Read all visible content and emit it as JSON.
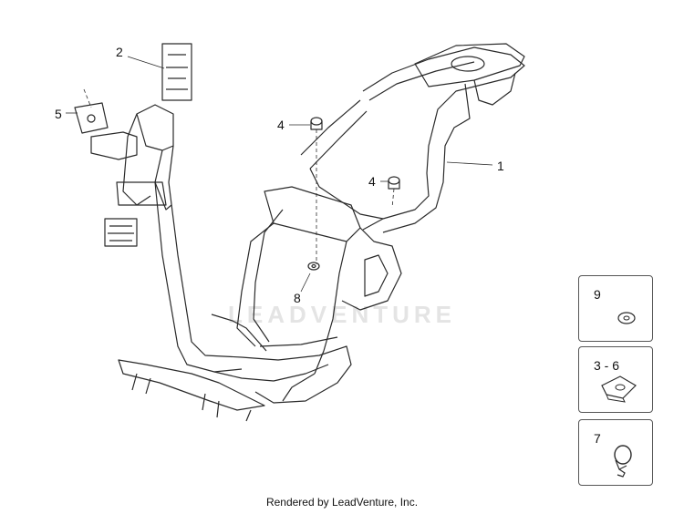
{
  "callouts": {
    "c1": "1",
    "c2": "2",
    "c4a": "4",
    "c4b": "4",
    "c5": "5",
    "c8": "8"
  },
  "insets": [
    {
      "label": "9",
      "icon": "washer-icon"
    },
    {
      "label": "3 - 6",
      "icon": "clip-nut-icon"
    },
    {
      "label": "7",
      "icon": "hose-clamp-icon"
    }
  ],
  "watermark": "LEADVENTURE",
  "footer": "Rendered by LeadVenture, Inc.",
  "colors": {
    "line": "#2a2a2a",
    "fill": "#ffffff",
    "box": "#555555"
  }
}
